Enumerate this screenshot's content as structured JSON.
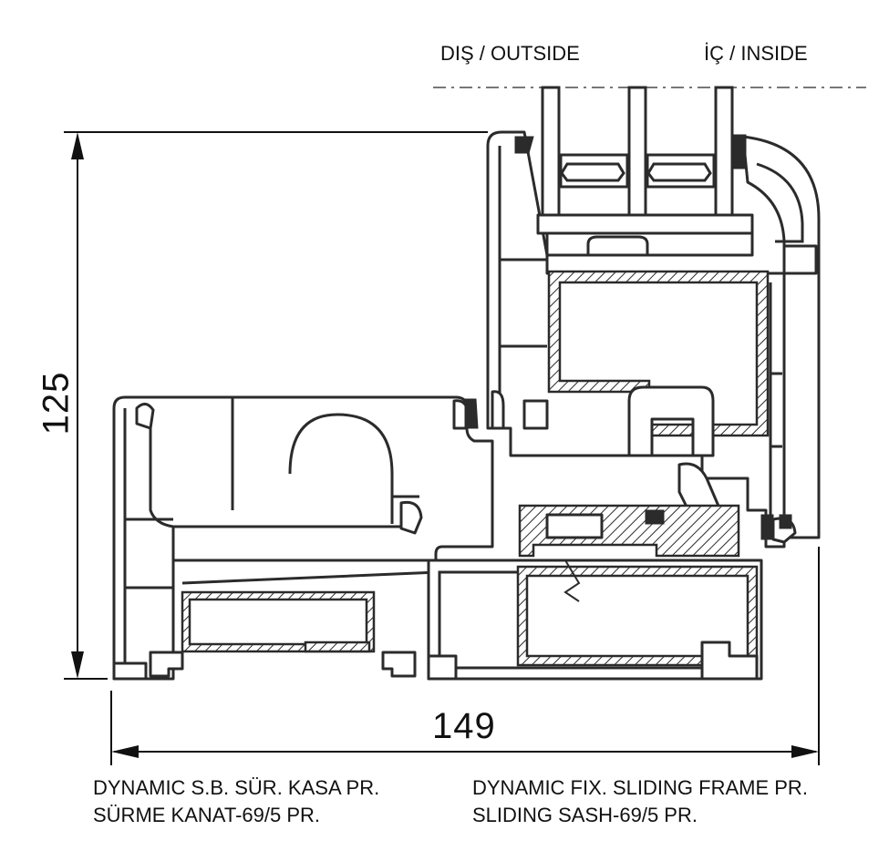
{
  "labels": {
    "outside": "DIŞ / OUTSIDE",
    "inside": "İÇ / INSIDE"
  },
  "dimensions": {
    "height": "125",
    "width": "149"
  },
  "captions": {
    "left_line1": "DYNAMIC S.B. SÜR. KASA PR.",
    "left_line2": "SÜRME KANAT-69/5 PR.",
    "right_line1": "DYNAMIC FIX. SLIDING FRAME PR.",
    "right_line2": "SLIDING SASH-69/5 PR."
  }
}
